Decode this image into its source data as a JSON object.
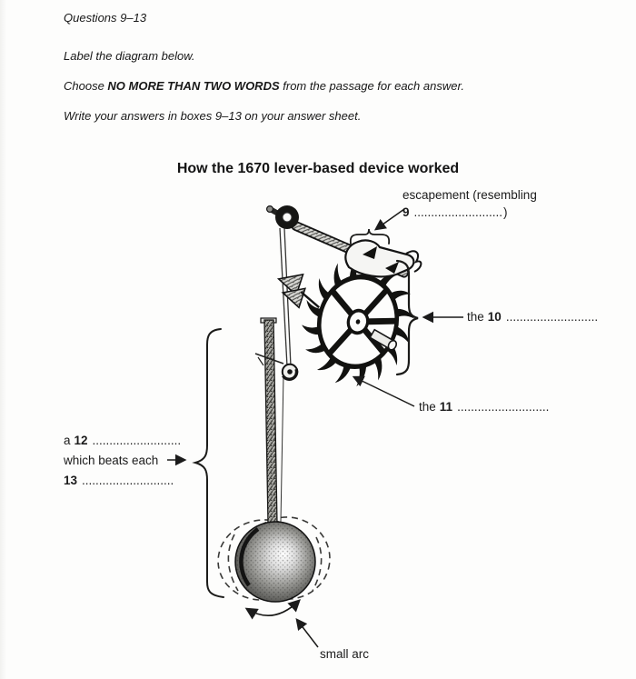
{
  "page": {
    "paper_color": "#fdfdfc",
    "ink_color": "#1b1b1b"
  },
  "instructions": {
    "heading": "Questions 9–13",
    "label_line": "Label the diagram below.",
    "choose_prefix": "Choose ",
    "choose_bold": "NO MORE THAN TWO WORDS",
    "choose_suffix": " from the passage for each answer.",
    "write_line": "Write your answers in boxes 9–13 on your answer sheet."
  },
  "diagram": {
    "title": "How the 1670 lever-based device worked",
    "escapement_label": {
      "line1": "escapement (resembling",
      "num": "9",
      "dots": "..........................",
      "close": ")"
    },
    "q10_label": {
      "article": "the",
      "num": "10",
      "dots": "..........................."
    },
    "q11_label": {
      "article": "the",
      "num": "11",
      "dots": "..........................."
    },
    "q12_label": {
      "article": "a",
      "num": "12",
      "dots": ".........................."
    },
    "beats_label": "which beats each",
    "q13_label": {
      "num": "13",
      "dots": "..........................."
    },
    "small_arc_label": "small arc"
  }
}
